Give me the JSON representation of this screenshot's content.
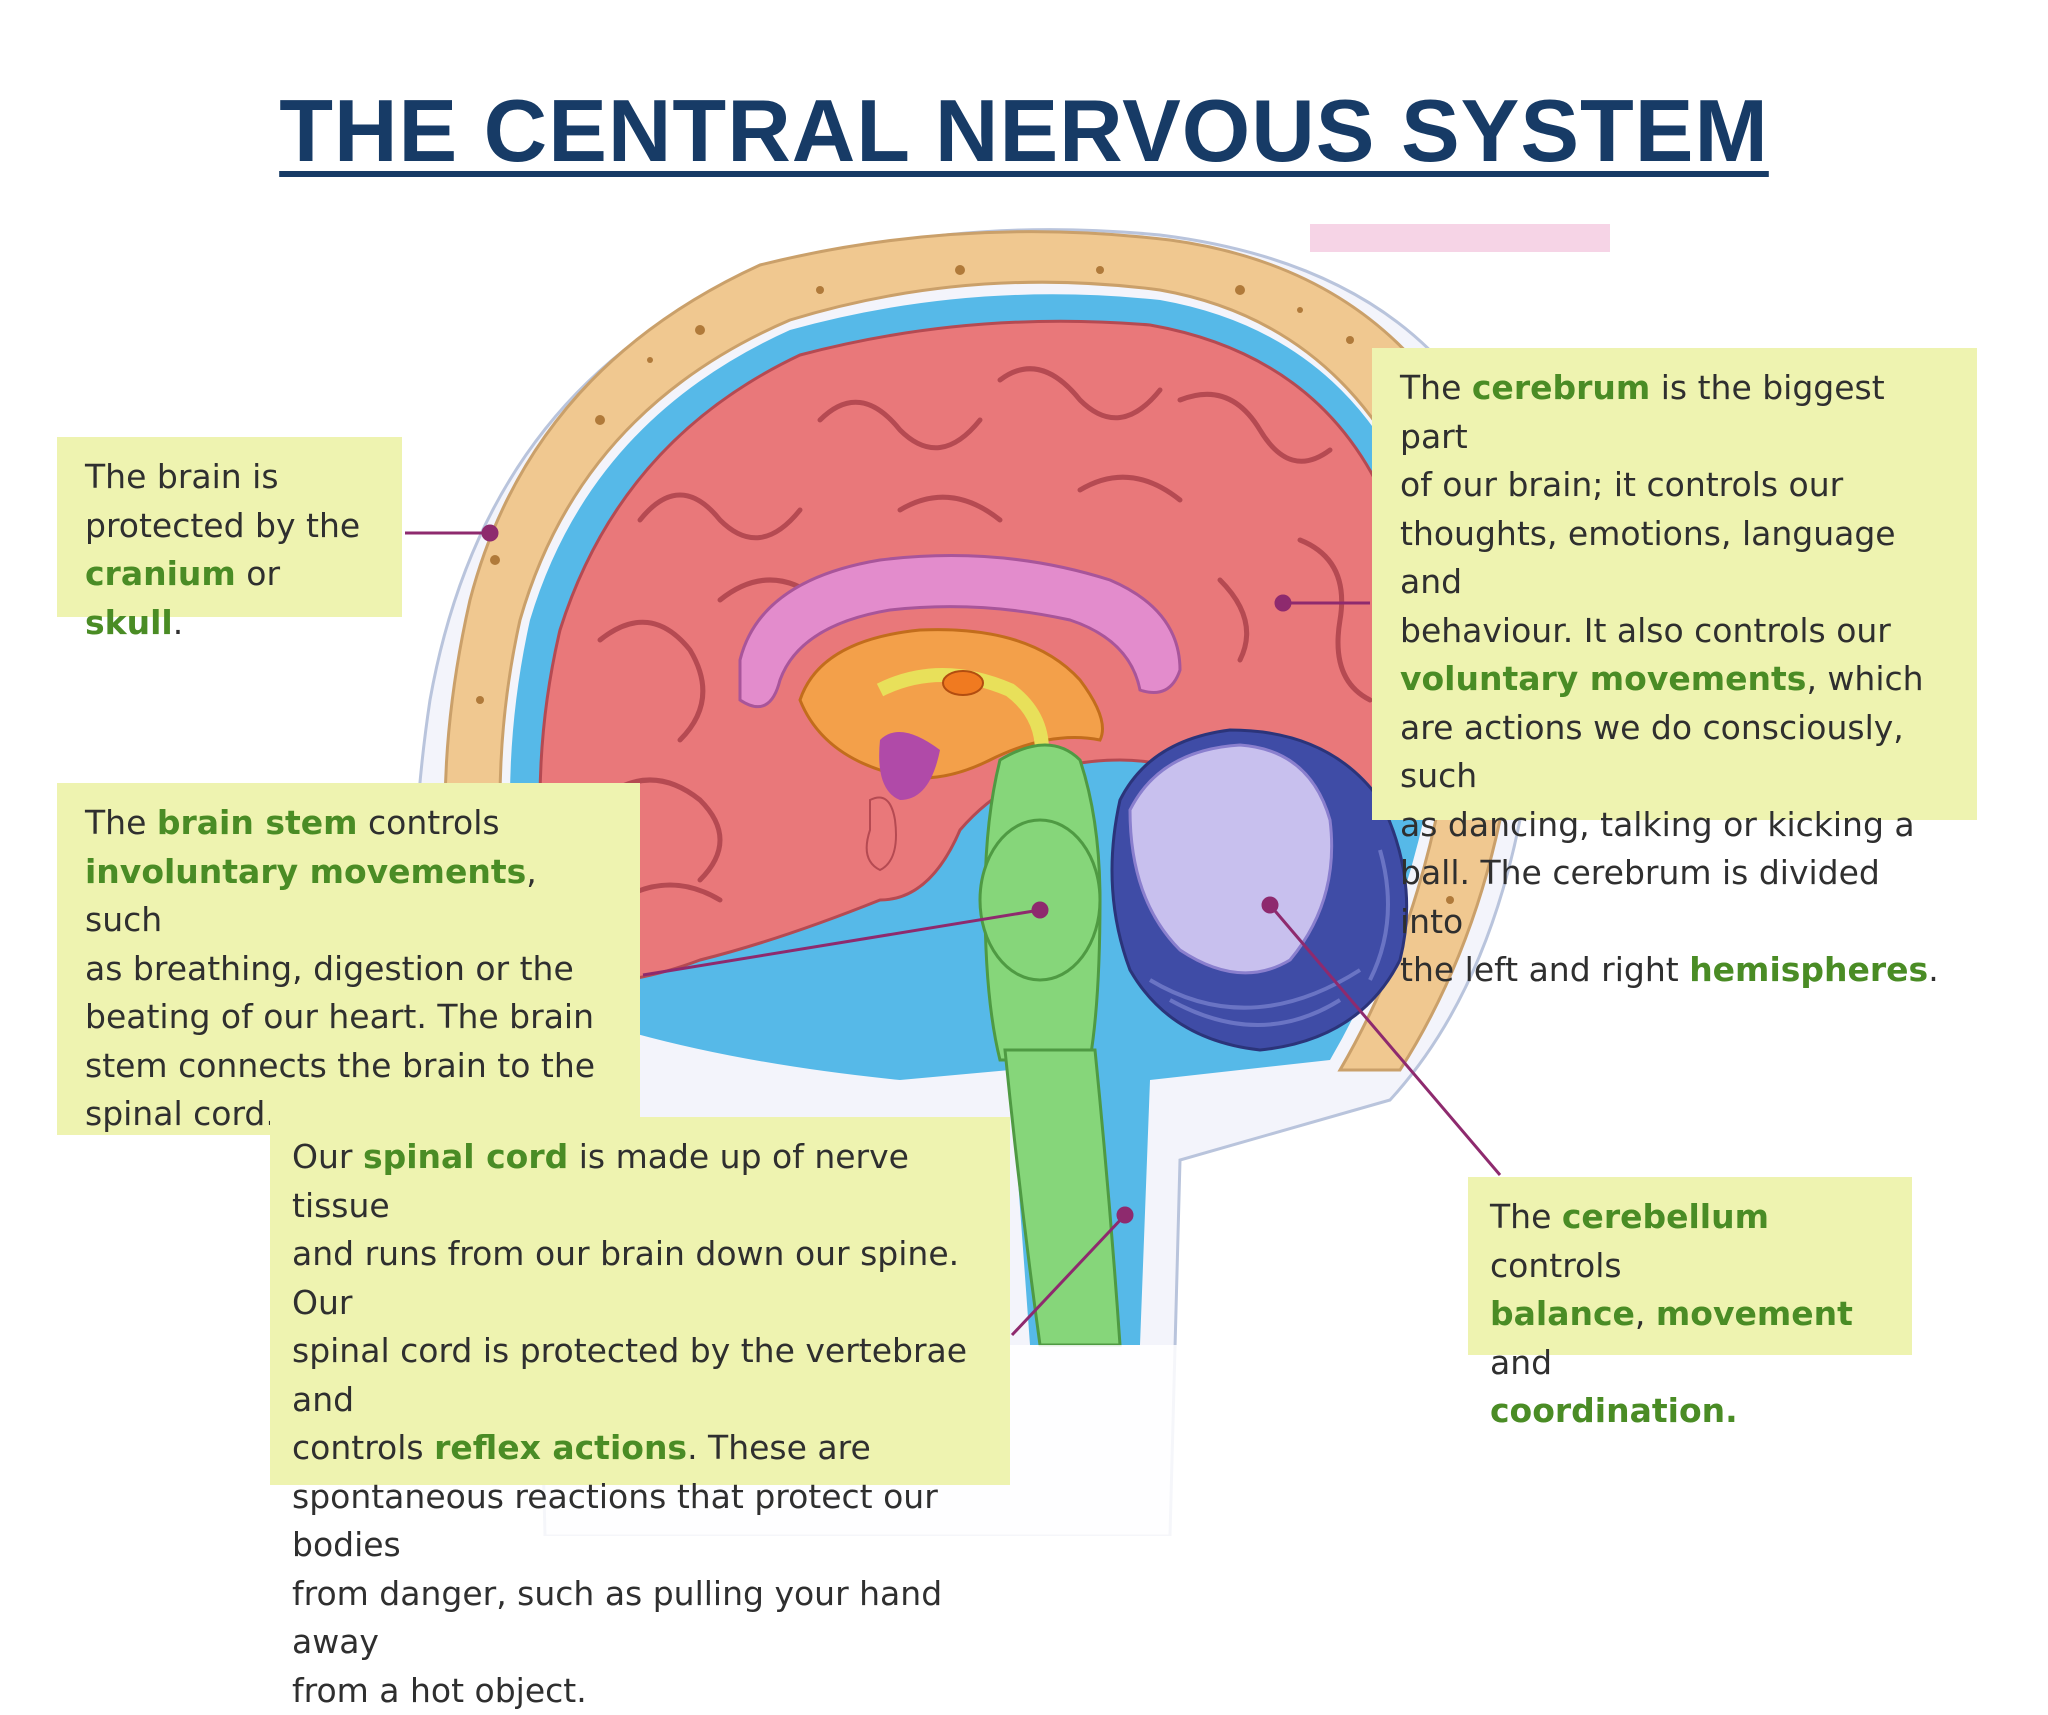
{
  "title": "THE CENTRAL NERVOUS SYSTEM",
  "colors": {
    "title": "#173b66",
    "note_background": "#eef3b0",
    "keyword": "#4a8c25",
    "leader_line": "#8e2a6e",
    "cerebrum": "#e9787a",
    "corpus_callosum": "#e38ccc",
    "brain_stem": "#86d67a",
    "cerebellum_outer": "#3f4ca6",
    "cerebellum_inner": "#c8c0ee",
    "csf": "#56b9e8",
    "skull": "#f0c890"
  },
  "notes": {
    "cranium": {
      "p1": "The brain is",
      "p2": "protected by the",
      "k1": "cranium",
      "p3": " or ",
      "k2": "skull",
      "p4": "."
    },
    "cerebrum": {
      "p1": "The ",
      "k1": "cerebrum",
      "p2": " is the biggest part",
      "p3": "of our brain; it controls our",
      "p4": "thoughts, emotions, language and",
      "p5": "behaviour. It also controls our",
      "k2": "voluntary movements",
      "p6": ", which",
      "p7": "are actions we do consciously, such",
      "p8": "as dancing, talking or kicking a",
      "p9": "ball. The cerebrum is divided into",
      "p10": "the left and right ",
      "k3": "hemispheres",
      "p11": "."
    },
    "brain_stem": {
      "p1": "The ",
      "k1": "brain stem",
      "p2": " controls",
      "k2": "involuntary movements",
      "p3": ", such",
      "p4": "as breathing, digestion or the",
      "p5": "beating of our heart. The brain",
      "p6": "stem connects the brain to the",
      "p7": "spinal cord."
    },
    "spinal_cord": {
      "p1": "Our ",
      "k1": "spinal cord",
      "p2": " is made up of nerve tissue",
      "p3": "and runs from our brain down our spine. Our",
      "p4": "spinal cord is protected by the vertebrae and",
      "p5": "controls ",
      "k2": "reflex actions",
      "p6": ". These are",
      "p7": "spontaneous reactions that protect our bodies",
      "p8": "from danger, such as pulling your hand away",
      "p9": "from a hot object."
    },
    "cerebellum": {
      "p1": "The ",
      "k1": "cerebellum",
      "p2": " controls",
      "k2": "balance",
      "p3": ", ",
      "k3": "movement",
      "p4": " and",
      "k4": "coordination",
      "p5": "."
    }
  }
}
